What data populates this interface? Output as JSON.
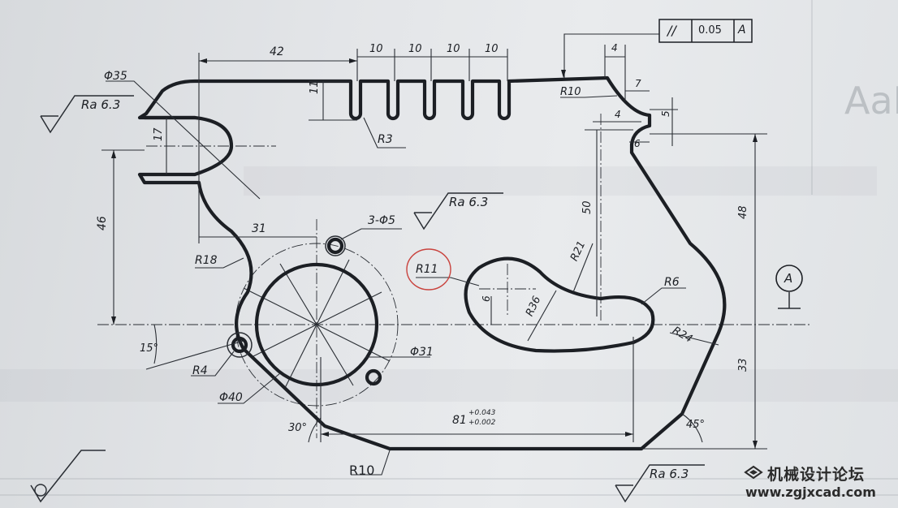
{
  "dimensions": {
    "top_42": "42",
    "pitch_1": "10",
    "pitch_2": "10",
    "pitch_3": "10",
    "pitch_4": "10",
    "slot_height": "11",
    "slot_radius": "R3",
    "dia_35": "Φ35",
    "slot_width": "17",
    "height_46": "46",
    "x_31": "31",
    "r18": "R18",
    "holes": "3-Φ5",
    "angle_15": "15°",
    "r4": "R4",
    "dia_40": "Φ40",
    "dia_31": "Φ31",
    "angle_30": "30°",
    "r10_bottom": "R10",
    "length_81": "81",
    "tol_upper": "+0.043",
    "tol_lower": "+0.002",
    "angle_45": "45°",
    "r11": "R11",
    "val_6": "6",
    "r36": "R36",
    "r21": "R21",
    "height_50": "50",
    "r6": "R6",
    "r24": "R24",
    "height_48": "48",
    "height_33": "33",
    "r10_top": "R10",
    "top_4": "4",
    "top_7": "7",
    "top_4b": "4",
    "top_5": "5",
    "top_6": "6"
  },
  "roughness": {
    "ra_left": "Ra 6.3",
    "ra_middle": "Ra 6.3",
    "ra_bottom": "Ra 6.3"
  },
  "tolerance_frame": {
    "symbol": "//",
    "value": "0.05",
    "datum": "A"
  },
  "datum_label": "A",
  "watermark": {
    "site_name": "机械设计论坛",
    "url": "www.zgjxcad.com"
  },
  "annotation_color": "#c9433e"
}
